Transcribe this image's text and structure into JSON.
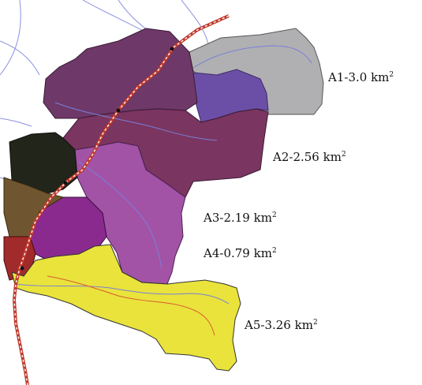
{
  "zones": [
    {
      "id": "A1",
      "label": "A1-3.0 km",
      "exp": "2",
      "color": "#b0b0b2",
      "sub_color": "#6b4fa6"
    },
    {
      "id": "A2",
      "label": "A2-2.56 km",
      "exp": "2",
      "color": "#6e3868",
      "sub_color": "#7a3560"
    },
    {
      "id": "A3",
      "label": "A3-2.19 km",
      "exp": "2",
      "color": "#a253a6"
    },
    {
      "id": "A4",
      "label": "A4-0.79 km",
      "exp": "2",
      "color": "#8a2a8e"
    },
    {
      "id": "A5",
      "label": "A5-3.26 km",
      "exp": "2",
      "color": "#e9e33c"
    }
  ],
  "other_colors": {
    "dark": "#22251a",
    "brown": "#6f5631",
    "red": "#a12a2a",
    "river": "#7a7fd8",
    "rail": "#c0392b",
    "road": "#d95b2f"
  }
}
